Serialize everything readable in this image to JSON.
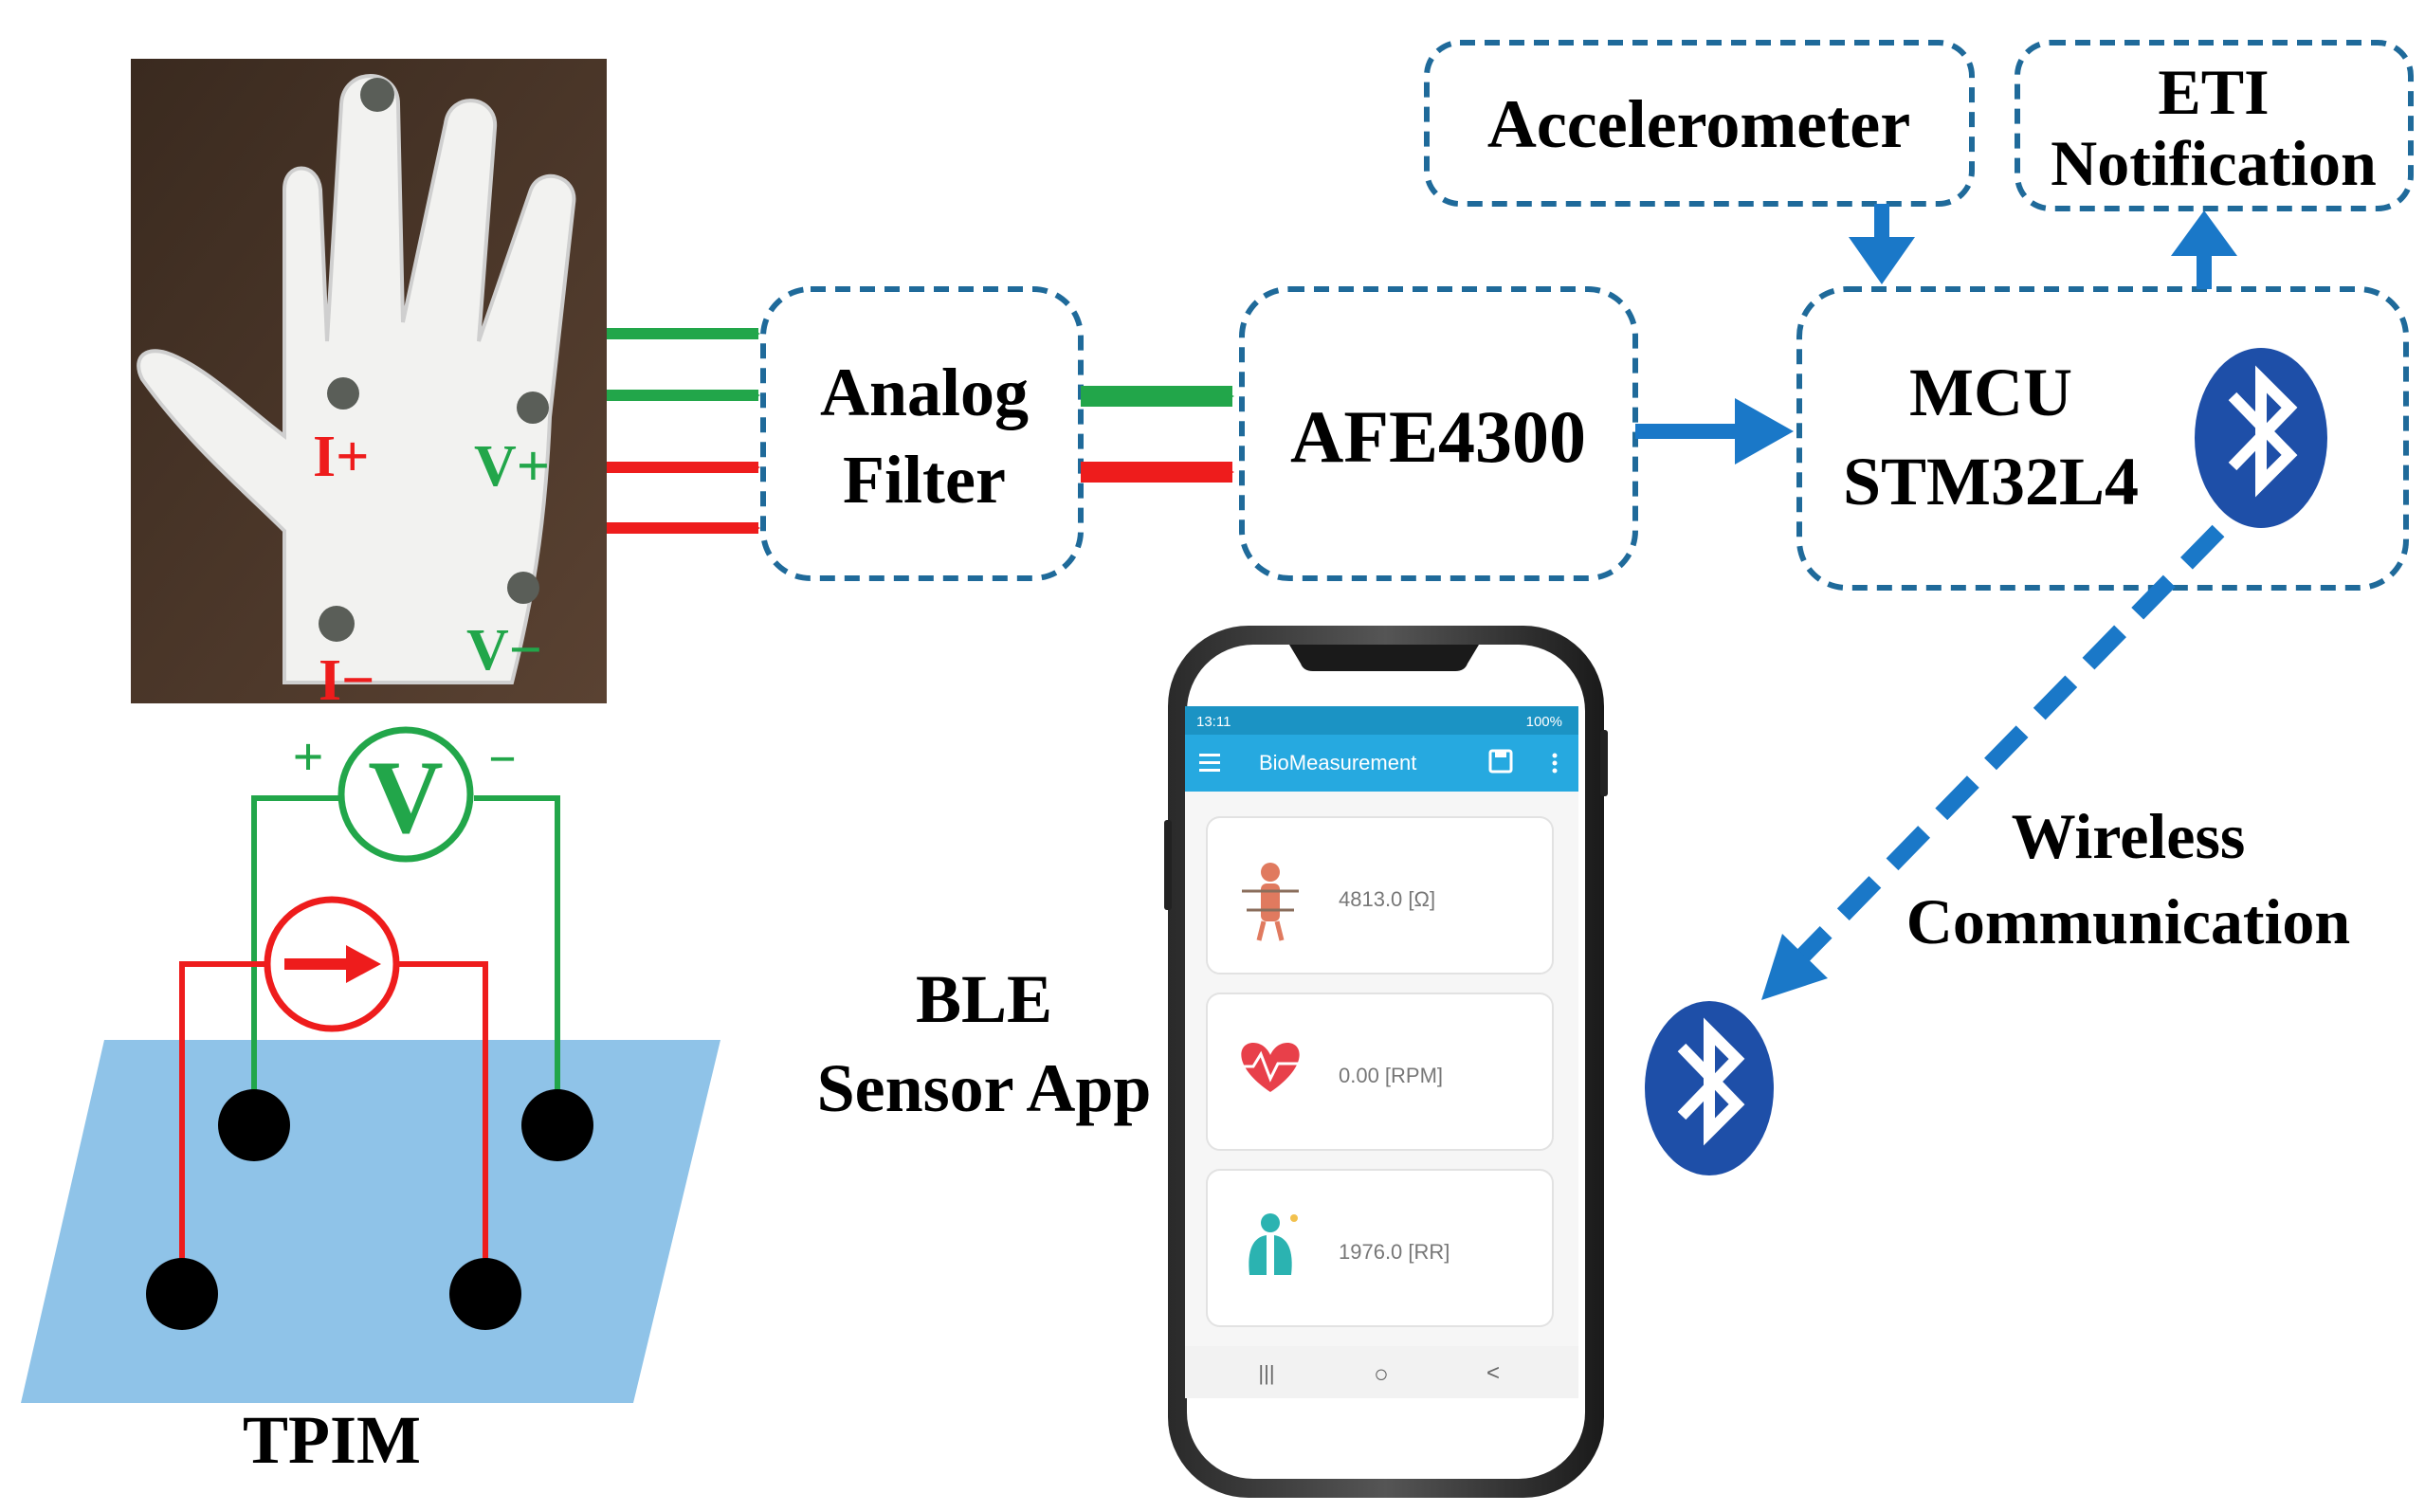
{
  "glove": {
    "electrode_labels": {
      "i_plus": "I+",
      "v_plus": "V+",
      "v_minus": "V−",
      "i_minus": "I−"
    }
  },
  "blocks": {
    "analog_filter": {
      "line1": "Analog",
      "line2": "Filter"
    },
    "afe": "AFE4300",
    "mcu": {
      "line1": "MCU",
      "line2": "STM32L4"
    },
    "accelerometer": "Accelerometer",
    "eti": {
      "line1": "ETI",
      "line2": "Notification"
    }
  },
  "labels": {
    "wireless": {
      "line1": "Wireless",
      "line2": "Communication"
    },
    "ble_app": {
      "line1": "BLE",
      "line2": "Sensor App"
    },
    "tpim": "TPIM",
    "voltmeter": "V",
    "volt_plus": "+",
    "volt_minus": "−"
  },
  "phone": {
    "status_time": "13:11",
    "status_right": "100%",
    "app_title": "BioMeasurement",
    "cards": [
      {
        "icon": "body-network-icon",
        "value": "4813.0 [Ω]"
      },
      {
        "icon": "heart-rate-icon",
        "value": "0.00 [RPM]"
      },
      {
        "icon": "lungs-icon",
        "value": "1976.0 [RR]"
      }
    ],
    "nav": {
      "recents": "|||",
      "home": "○",
      "back": "<"
    }
  },
  "colors": {
    "dashed_border": "#1f6a9a",
    "blue_arrow": "#1a78c8",
    "green": "#22a64a",
    "red": "#ee1c1c",
    "app_bar": "#26a9e0",
    "bluetooth": "#1e4fa8",
    "tpim_plane": "#8fc3e8"
  }
}
